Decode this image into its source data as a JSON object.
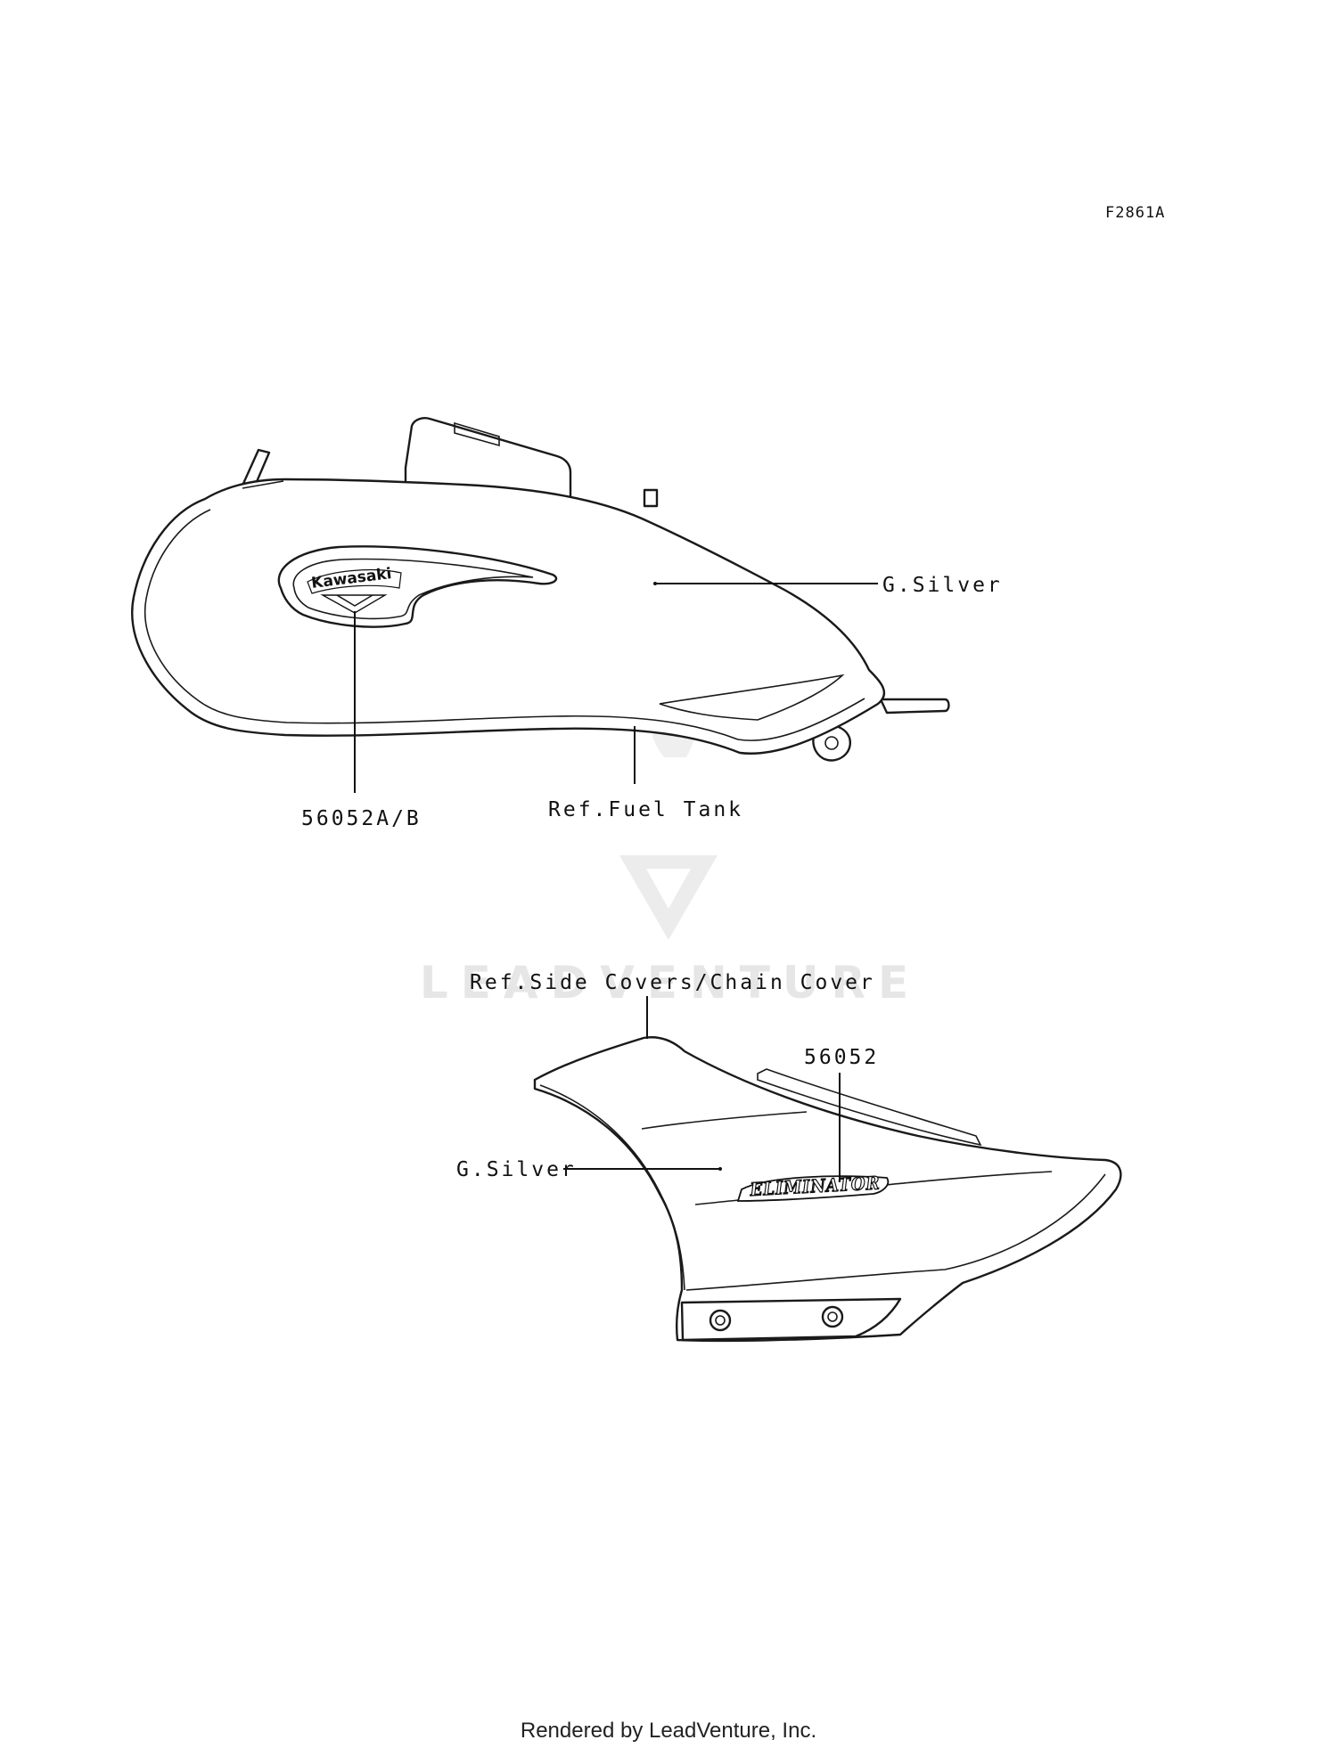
{
  "diagram": {
    "figure_code": "F2861A",
    "labels": {
      "tank_color": "G.Silver",
      "tank_emblem_part": "56052A/B",
      "fuel_tank_ref": "Ref.Fuel Tank",
      "side_cover_ref": "Ref.Side Covers/Chain Cover",
      "side_cover_part": "56052",
      "side_cover_color": "G.Silver"
    },
    "emblem_text": "Kawasaki",
    "side_cover_decal_text": "ELIMINATOR"
  },
  "watermark": {
    "text": "LEADVENTURE"
  },
  "footer": {
    "text": "Rendered by LeadVenture, Inc."
  }
}
